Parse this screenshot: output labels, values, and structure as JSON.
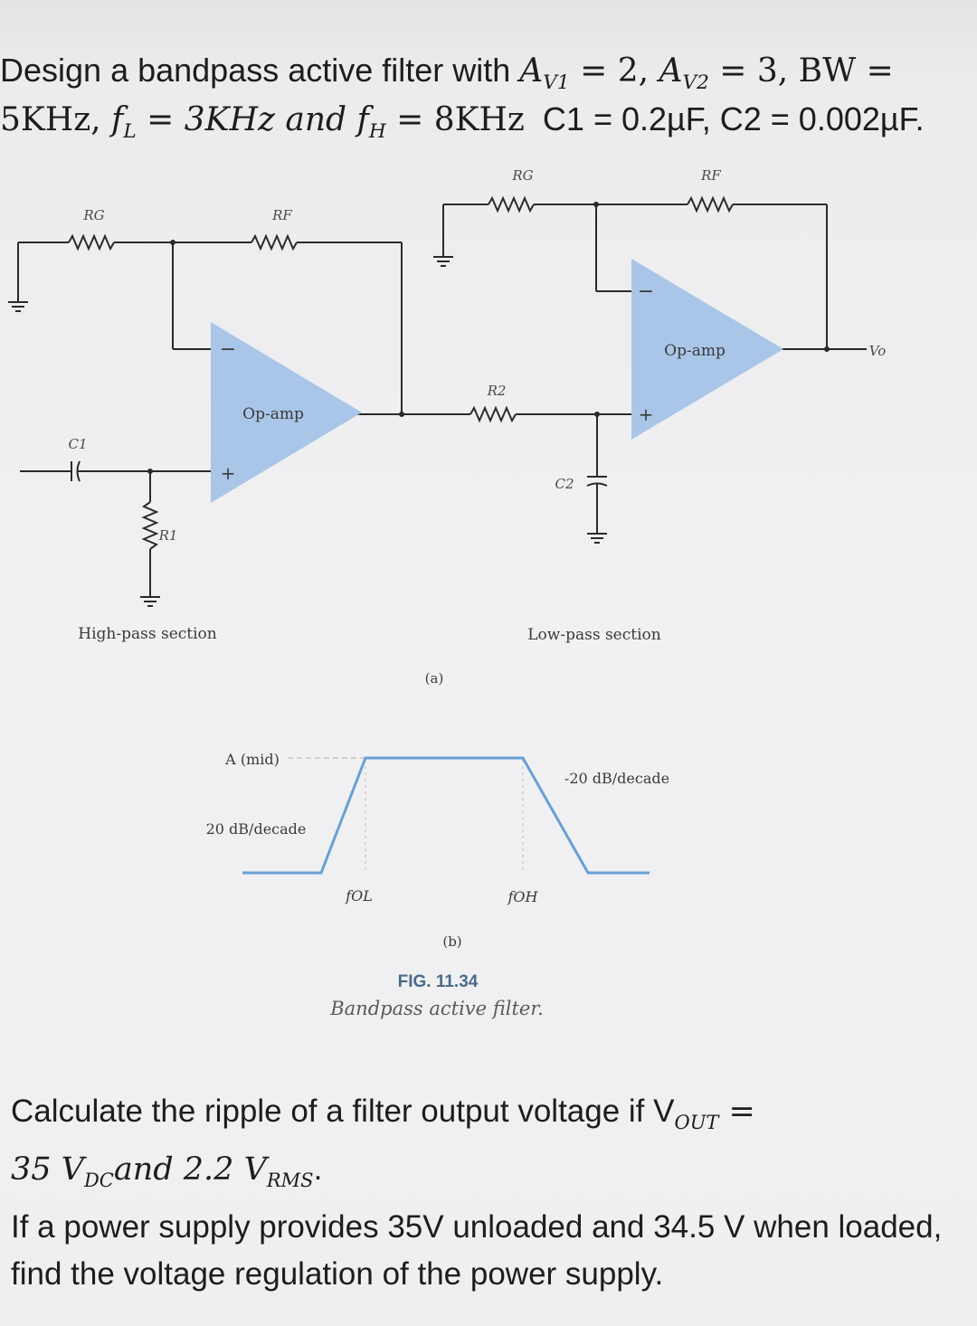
{
  "problem1": {
    "line1_prefix": "Design a bandpass active filter with ",
    "av1_sym": "A",
    "av1_sub": "V1",
    "av1_val": " = 2, ",
    "av2_sym": "A",
    "av2_sub": "V2",
    "av2_val": " = 3, BW =",
    "line2_bw": "5KHz, ",
    "fl_sym": "f",
    "fl_sub": "L",
    "fl_val": " = 3KHz and ",
    "fh_sym": "f",
    "fh_sub": "H",
    "fh_val": " = 8KHz",
    "caps": "C1 = 0.2µF, C2 = 0.002µF."
  },
  "circuit": {
    "rg_left": "RG",
    "rf_left": "RF",
    "rg_right": "RG",
    "rf_right": "RF",
    "opamp_left": "Op-amp",
    "opamp_right": "Op-amp",
    "c1": "C1",
    "r1": "R1",
    "r2": "R2",
    "c2": "C2",
    "vo": "Vo",
    "minus": "−",
    "plus": "+",
    "high_pass": "High-pass section",
    "low_pass": "Low-pass section",
    "label_a": "(a)"
  },
  "response": {
    "a_mid": "A (mid)",
    "slope_left": "20 dB/decade",
    "slope_right": "-20 dB/decade",
    "fol": "fOL",
    "foh": "fOH",
    "label_b": "(b)"
  },
  "figure": {
    "number": "FIG. 11.34",
    "caption": "Bandpass active filter."
  },
  "problem2": {
    "line1": "Calculate the ripple of a filter output voltage if V",
    "vout_sub": "OUT",
    "line1_end": " =",
    "line2_a": "35 V",
    "vdc_sub": "DC",
    "line2_b": "and 2.2 V",
    "vrms_sub": "RMS",
    "line2_c": ".",
    "line3": "If a power supply provides 35V unloaded and 34.5 V when loaded,",
    "line4": "find the voltage regulation of the power supply."
  },
  "colors": {
    "opamp_fill": "#a9c6e8",
    "curve": "#6a9fd6",
    "wire": "#2a2a2a"
  }
}
